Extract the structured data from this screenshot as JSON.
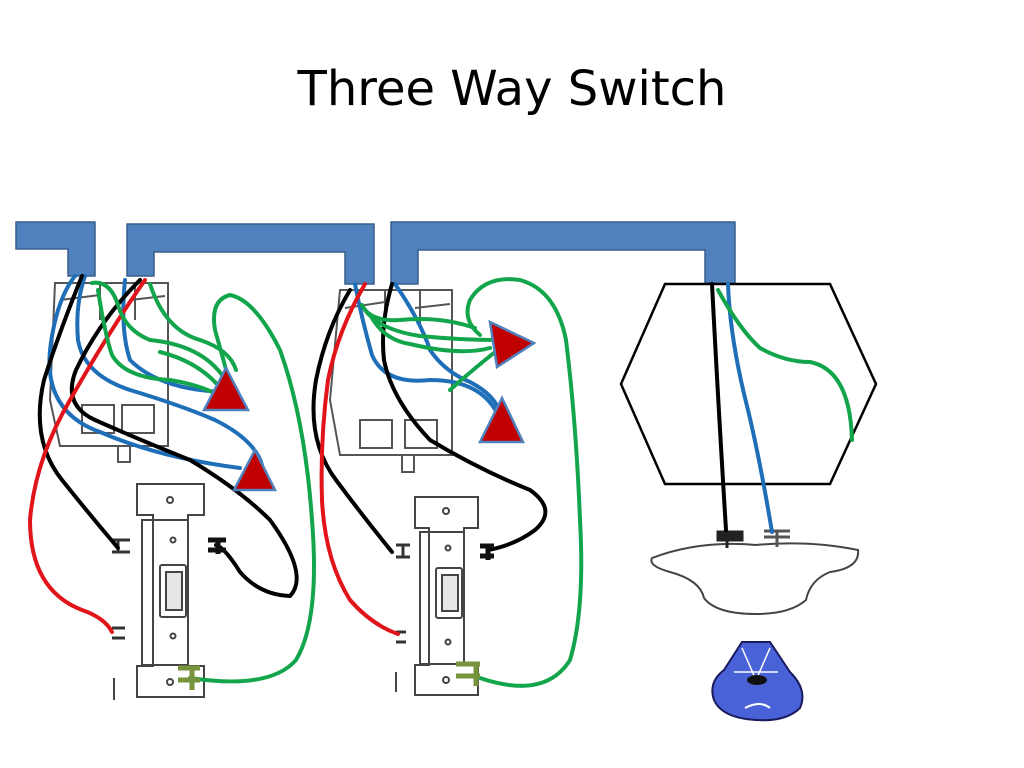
{
  "slide": {
    "title": "Three Way Switch"
  },
  "diagram": {
    "components": [
      "conduit",
      "junction-box",
      "three-way-switch",
      "three-way-switch",
      "ceiling-box",
      "lamp-holder",
      "light-bulb"
    ],
    "wire_colors": {
      "hot": "#000000",
      "neutral": "#1f6fb8",
      "traveler": "#e0141a",
      "ground": "#13a54b"
    },
    "conduit_color": "#4f81bd",
    "wire_nut_color": "#c00000",
    "ground_screw_color": "#77933c"
  }
}
